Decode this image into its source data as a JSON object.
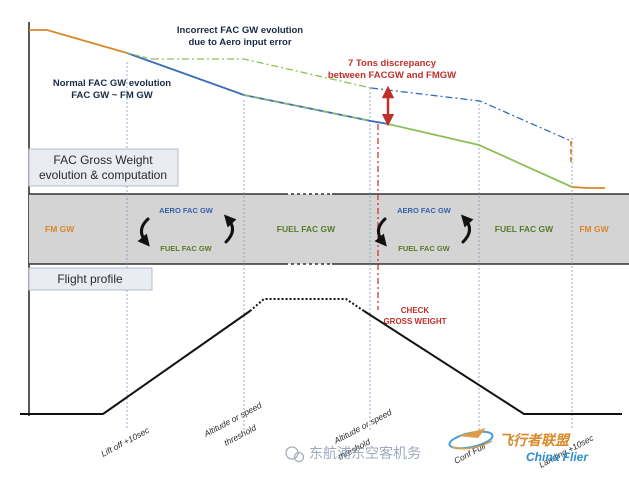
{
  "annotations": {
    "incorrect_line1": "Incorrect FAC GW evolution",
    "incorrect_line2": "due to Aero input error",
    "normal_line1": "Normal FAC GW evolution",
    "normal_line2": "FAC GW ~ FM GW",
    "discrepancy_line1": "7 Tons discrepancy",
    "discrepancy_line2": "between FACGW and FMGW",
    "check_line1": "CHECK",
    "check_line2": "GROSS WEIGHT"
  },
  "boxes": {
    "gross_weight_line1": "FAC Gross Weight",
    "gross_weight_line2": "evolution & computation",
    "flight_profile": "Flight profile"
  },
  "band": {
    "fm_gw_left": "FM GW",
    "aero_fac_gw_1": "AERO FAC GW",
    "fuel_fac_gw_1": "FUEL FAC GW",
    "fuel_fac_gw_main_1": "FUEL FAC GW",
    "aero_fac_gw_2": "AERO FAC GW",
    "fuel_fac_gw_2": "FUEL FAC GW",
    "fuel_fac_gw_main_2": "FUEL FAC GW",
    "fm_gw_right": "FM GW"
  },
  "phases": {
    "liftoff": "Lift off +10sec",
    "alt_speed_1_line1": "Altitude or speed",
    "alt_speed_1_line2": "threshold",
    "alt_speed_2_line1": "Altitude or speed",
    "alt_speed_2_line2": "threshold",
    "conf_full": "Conf Full",
    "landing": "Landing +10sec"
  },
  "watermark": {
    "cn_text": "东航浦东空客机务",
    "brand_cn": "飞行者联盟",
    "brand_en": "China Flier"
  },
  "colors": {
    "fm_line": "#d8862a",
    "aero_line": "#3a6db5",
    "fuel_line": "#8ebf5a",
    "red": "#c0302a",
    "band": "#d4d4d4"
  }
}
